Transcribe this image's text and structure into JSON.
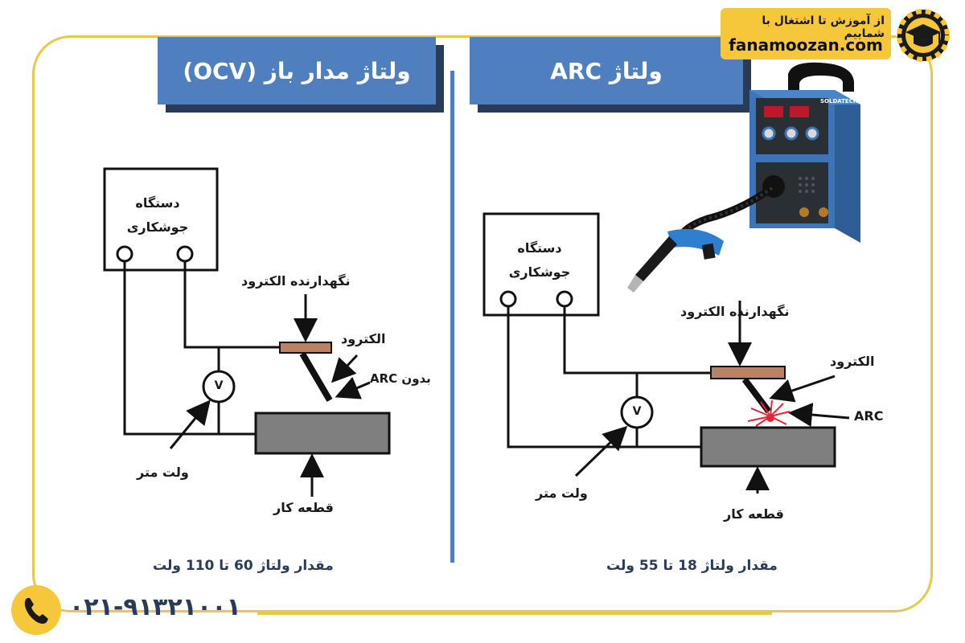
{
  "headers": {
    "left": "ولتاژ مدار باز (OCV)",
    "right": "ولتاژ ARC"
  },
  "brand": {
    "tagline": "از آموزش تا اشتغال با شماییم",
    "site": "fanamoozan.com"
  },
  "phone": "۰۲۱-۹۱۳۲۱۰۰۱",
  "machine_brand": "SOLDATECH",
  "left_diagram": {
    "machine_label": [
      "دستگاه",
      "جوشکاری"
    ],
    "holder_label": "نگهدارنده الکترود",
    "electrode_label": "الکترود",
    "arc_label": "بدون ARC",
    "voltmeter_symbol": "V",
    "voltmeter_label": "ولت متر",
    "workpiece_label": "قطعه کار",
    "range_text": "مقدار ولتاژ 60 تا 110 ولت"
  },
  "right_diagram": {
    "machine_label": [
      "دستگاه",
      "جوشکاری"
    ],
    "holder_label": "نگهدارنده الکترود",
    "electrode_label": "الکترود",
    "arc_label": "ARC",
    "voltmeter_symbol": "V",
    "voltmeter_label": "ولت متر",
    "workpiece_label": "قطعه کار",
    "range_text": "مقدار ولتاژ 18 تا 55 ولت"
  },
  "colors": {
    "header_blue": "#4f7fbf",
    "header_shadow": "#2a3b57",
    "frame_gold": "#e8c84a",
    "holder_brown": "#b98262",
    "workpiece_gray": "#7f7f7f",
    "arc_red": "#e8233a"
  },
  "icons": [
    "phone-icon",
    "graduation-cap-gear-logo",
    "welding-machine-image"
  ]
}
